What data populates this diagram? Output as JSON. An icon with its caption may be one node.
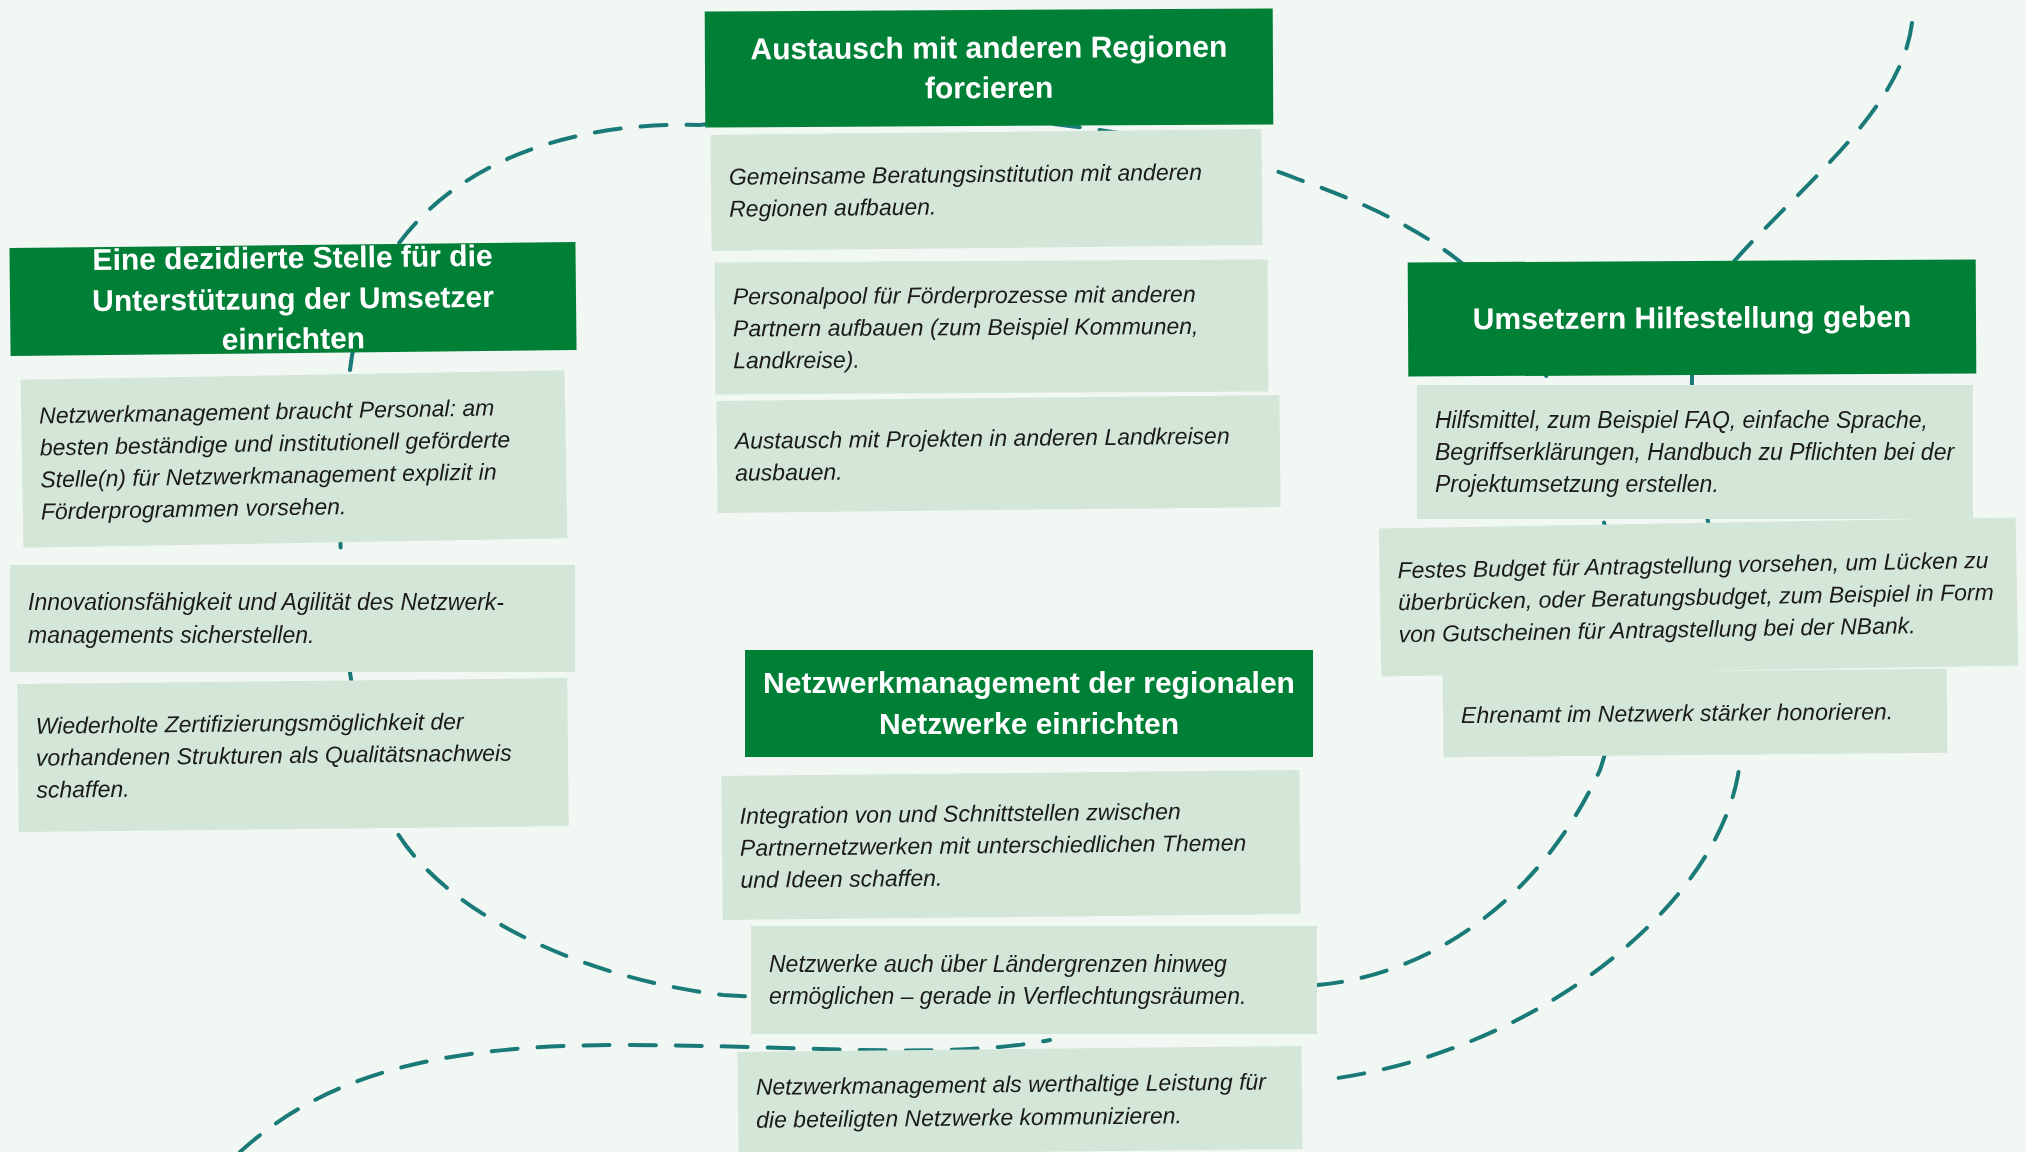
{
  "diagram": {
    "nodes": [
      {
        "text": [
          "Austausch mit anderen Regionen forcieren"
        ]
      },
      {
        "text": [
          "Gemeinsame Beratungsinstitution mit anderen Regionen aufbauen."
        ]
      },
      {
        "text": [
          "Personalpool für Förderprozesse mit anderen Partnern aufbauen (zum Beispiel Kommunen, Landkreise)."
        ]
      },
      {
        "text": [
          "Austausch mit Projekten in anderen Landkreisen ausbauen."
        ]
      },
      {
        "text": [
          "Eine dezidierte Stelle für die Unterstützung der Umsetzer einrichten"
        ]
      },
      {
        "text": [
          "Netzwerkmanagement braucht Personal: am besten beständige und institutionell geförderte Stelle(n) für Netzwerkmanagement explizit in Förderprogrammen vorsehen."
        ]
      },
      {
        "text": [
          "Innovationsfähigkeit und Agilität des Netzwerk-managements sicherstellen."
        ]
      },
      {
        "text": [
          "Wiederholte Zertifizierungsmöglichkeit der vorhandenen Strukturen als Qualitätsnachweis schaffen."
        ]
      },
      {
        "text": [
          "Umsetzern Hilfestellung geben"
        ]
      },
      {
        "text": [
          "Hilfsmittel, zum Beispiel FAQ, einfache Sprache, Begriffserklärungen, Handbuch zu Pflichten bei der Projektumsetzung erstellen."
        ]
      },
      {
        "text": [
          "Festes Budget für Antragstellung vorsehen, um Lücken zu überbrücken, oder Beratungsbudget, zum Beispiel in Form von Gutscheinen für Antragstellung bei der NBank."
        ]
      },
      {
        "text": [
          "Ehrenamt im Netzwerk stärker honorieren."
        ]
      },
      {
        "text": [
          "Netzwerkmanagement der regionalen Netzwerke einrichten"
        ]
      },
      {
        "text": [
          "Integration von und Schnittstellen zwischen Partnernetzwerken mit unterschiedlichen Themen und Ideen schaffen."
        ]
      },
      {
        "text": [
          "Netzwerke auch über Ländergrenzen hinweg ermöglichen – gerade in Verflechtungsräumen."
        ]
      },
      {
        "text": [
          "Netzwerkmanagement als werthaltige Leistung für die beteiligten Netzwerke kommunizieren."
        ]
      }
    ]
  }
}
